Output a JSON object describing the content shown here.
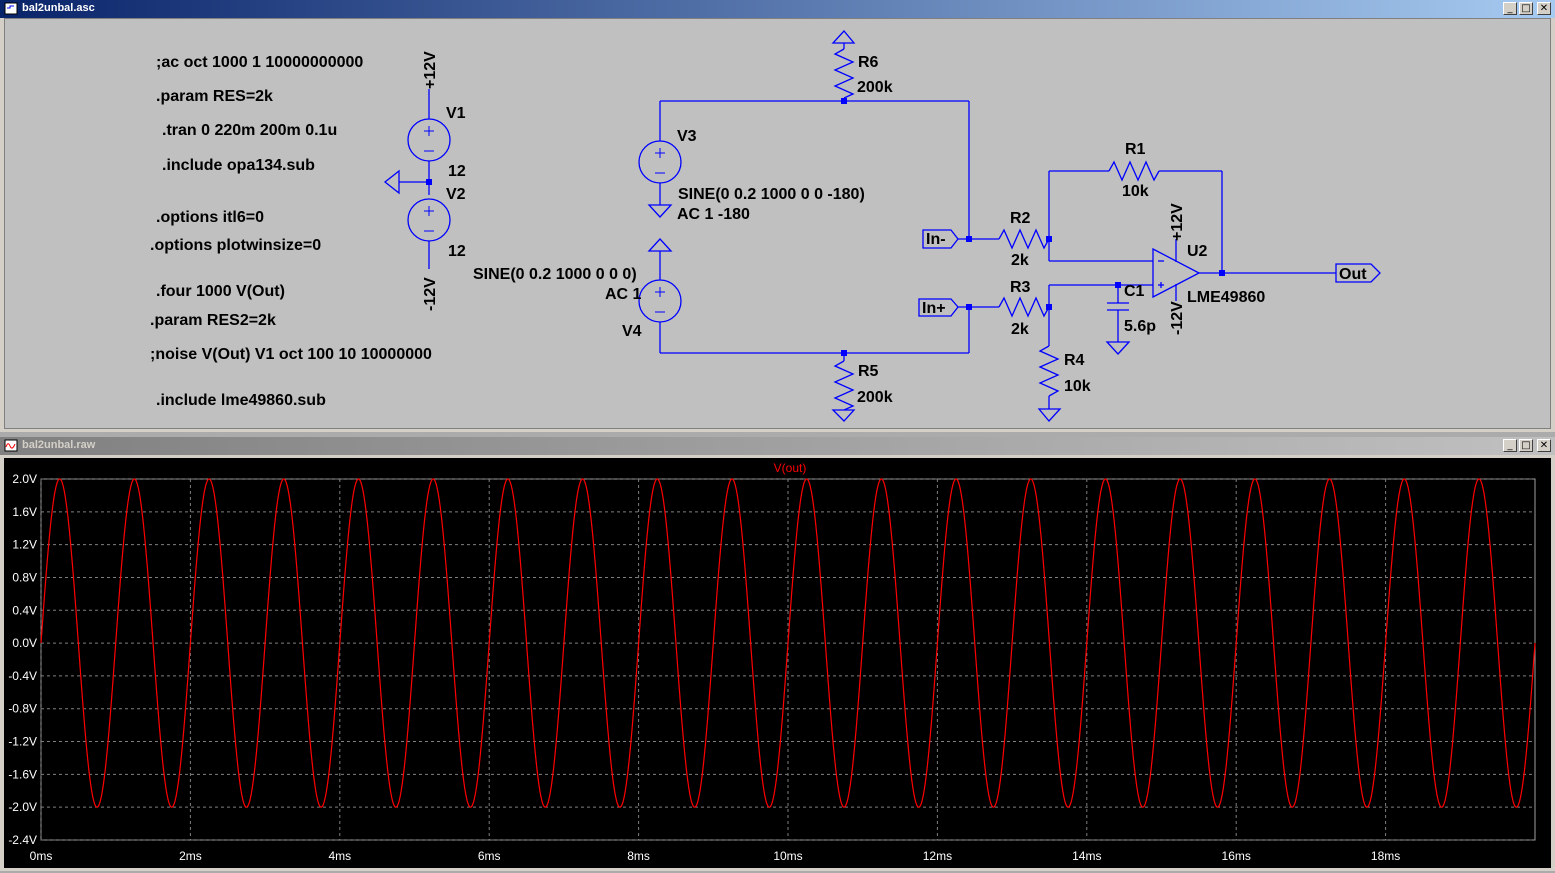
{
  "schematic_window": {
    "title": "bal2unbal.asc",
    "directives": [
      ";ac oct 1000 1 10000000000",
      ".param RES=2k",
      ".tran 0 220m 200m 0.1u",
      ".include opa134.sub",
      ".options itl6=0",
      ".options plotwinsize=0",
      ".four 1000 V(Out)",
      ".param RES2=2k",
      ";noise V(Out) V1 oct 100 10 10000000",
      ".include lme49860.sub"
    ],
    "labels": {
      "v1": "V1",
      "v1_val": "12",
      "v2": "V2",
      "v2_val": "12",
      "plus12_a": "+12V",
      "minus12_a": "-12V",
      "v3": "V3",
      "v3_sine": "SINE(0 0.2 1000 0 0 -180)",
      "v3_ac": "AC 1 -180",
      "v4": "V4",
      "v4_sine": "SINE(0 0.2 1000 0 0 0)",
      "v4_ac": "AC 1",
      "r6": "R6",
      "r6_val": "200k",
      "r5": "R5",
      "r5_val": "200k",
      "r1": "R1",
      "r1_val": "10k",
      "r2": "R2",
      "r2_val": "2k",
      "r3": "R3",
      "r3_val": "2k",
      "r4": "R4",
      "r4_val": "10k",
      "c1": "C1",
      "c1_val": "5.6p",
      "u2": "U2",
      "u2_model": "LME49860",
      "plus12_b": "+12V",
      "minus12_b": "-12V",
      "in_minus": "In-",
      "in_plus": "In+",
      "out": "Out"
    }
  },
  "plot_window": {
    "title": "bal2unbal.raw",
    "trace_label": "V(out)",
    "colors": {
      "trace": "#ff0000",
      "axis_text": "#ffffff",
      "grid": "#7f7f7f",
      "wire": "#0000ff"
    }
  },
  "window_buttons": {
    "minimize": "_",
    "maximize": "□",
    "close": "✕"
  },
  "chart_data": {
    "type": "line",
    "title": "V(out)",
    "xlabel": "",
    "ylabel": "",
    "x_ticks": [
      "0ms",
      "2ms",
      "4ms",
      "6ms",
      "8ms",
      "10ms",
      "12ms",
      "14ms",
      "16ms",
      "18ms"
    ],
    "y_ticks": [
      "2.0V",
      "1.6V",
      "1.2V",
      "0.8V",
      "0.4V",
      "0.0V",
      "-0.4V",
      "-0.8V",
      "-1.2V",
      "-1.6V",
      "-2.0V",
      "-2.4V"
    ],
    "xlim": [
      0,
      20
    ],
    "ylim": [
      -2.4,
      2.0
    ],
    "grid": true,
    "series": [
      {
        "name": "V(out)",
        "description_shape": "sine",
        "amplitude": 2.0,
        "frequency_khz": 1,
        "x_start_ms": 0,
        "x_end_ms": 20
      }
    ]
  }
}
